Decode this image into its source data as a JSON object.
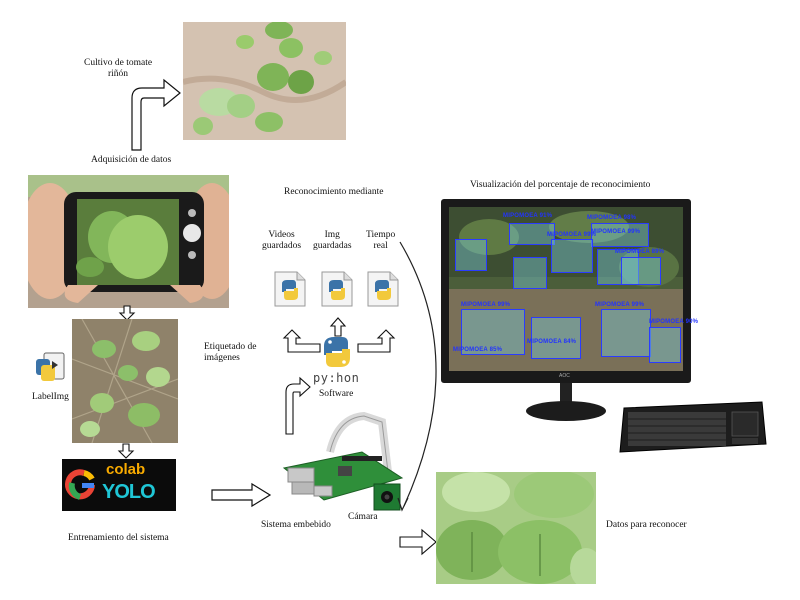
{
  "labels": {
    "crop": "Cultivo de tomate\nriñón",
    "acquisition": "Adquisición de datos",
    "recognition": "Reconocimiento mediante",
    "visualization": "Visualización del porcentaje de reconocimiento",
    "videos": "Videos\nguardados",
    "img": "Img\nguardadas",
    "realtime": "Tiempo\nreal",
    "tagging": "Etiquetado de\nimágenes",
    "software": "Software",
    "labelimg": "LabelImg",
    "training": "Entrenamiento del sistema",
    "embedded": "Sistema embebido",
    "camera": "Cámara",
    "data_to_recognize": "Datos para reconocer"
  },
  "logos": {
    "python": "py:hon",
    "colab": "colab",
    "yolo": "YOLO",
    "monitor_brand": "AOC"
  },
  "detections": [
    {
      "tag": "MIPOMOEA 91%"
    },
    {
      "tag": "MIPOMOEA 98%"
    },
    {
      "tag": "MIPOMOEA 99%"
    },
    {
      "tag": "MIPOMOEA 99%"
    },
    {
      "tag": "MIPOMOEA 99%"
    },
    {
      "tag": "MIPOMOEA 84%"
    },
    {
      "tag": "MIPOMOEA 99%"
    },
    {
      "tag": "MIPOMOEA 85%"
    },
    {
      "tag": "MIPOMOEA 90%"
    },
    {
      "tag": "MIPOMOEA 89%"
    }
  ],
  "colors": {
    "leaf": "#6fae4e",
    "soil": "#c9b5a0",
    "detection_box": "#2a3cff",
    "python_blue": "#3b73a8",
    "python_yellow": "#f2c93c"
  }
}
